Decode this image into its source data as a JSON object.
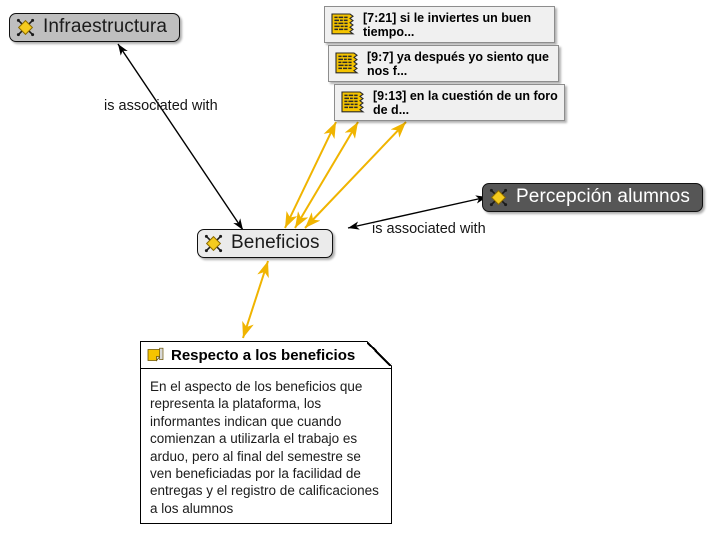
{
  "diagram": {
    "type": "atlas-ti-network-view",
    "background_color": "#ffffff"
  },
  "nodes": [
    {
      "id": "infraestructura",
      "kind": "code",
      "label": "Infraestructura",
      "icon": "code-icon",
      "style": "gray",
      "fill_color": "#bfbfbf",
      "text_color": "#1b1b1b"
    },
    {
      "id": "beneficios",
      "kind": "code",
      "label": "Beneficios",
      "icon": "code-icon",
      "style": "light",
      "fill_color": "#ebebeb",
      "text_color": "#1b1b1b"
    },
    {
      "id": "percepcion-alumnos",
      "kind": "code",
      "label": "Percepción alumnos",
      "icon": "code-icon",
      "style": "dark",
      "fill_color": "#565656",
      "text_color": "#ffffff"
    }
  ],
  "quotations": [
    {
      "id": "q-7-21",
      "ref": "[7:21]",
      "text": "[7:21] si le inviertes un buen tiempo...",
      "icon": "quotation-icon",
      "fill_color": "#f0f0f0"
    },
    {
      "id": "q-9-7",
      "ref": "[9:7]",
      "text": "[9:7] ya después yo siento que nos f...",
      "icon": "quotation-icon",
      "fill_color": "#f0f0f0"
    },
    {
      "id": "q-9-13",
      "ref": "[9:13]",
      "text": "[9:13] en la cuestión de un foro de d...",
      "icon": "quotation-icon",
      "fill_color": "#f0f0f0"
    }
  ],
  "memo": {
    "id": "memo-respecto-beneficios",
    "icon": "memo-icon",
    "title": "Respecto a los beneficios",
    "body": "En el aspecto de los beneficios que representa la plataforma, los informantes indican que cuando comienzan a utilizarla el trabajo es arduo, pero al final del semestre se ven beneficiadas por la facilidad de entregas y el registro de calificaciones a los alumnos"
  },
  "edges": [
    {
      "id": "edge-beneficios-infraestructura",
      "from": "beneficios",
      "to": "infraestructura",
      "label": "is associated with",
      "color": "#000000",
      "arrows": "both"
    },
    {
      "id": "edge-percepcion-beneficios",
      "from": "percepcion-alumnos",
      "to": "beneficios",
      "label": "is associated with",
      "color": "#000000",
      "arrows": "both"
    },
    {
      "id": "edge-q721-beneficios",
      "from": "q-7-21",
      "to": "beneficios",
      "label": "",
      "color": "#f0b400",
      "arrows": "both"
    },
    {
      "id": "edge-q97-beneficios",
      "from": "q-9-7",
      "to": "beneficios",
      "label": "",
      "color": "#f0b400",
      "arrows": "both"
    },
    {
      "id": "edge-q913-beneficios",
      "from": "q-9-13",
      "to": "beneficios",
      "label": "",
      "color": "#f0b400",
      "arrows": "both"
    },
    {
      "id": "edge-beneficios-memo",
      "from": "beneficios",
      "to": "memo-respecto-beneficios",
      "label": "",
      "color": "#f0b400",
      "arrows": "both"
    }
  ],
  "colors": {
    "link_yellow": "#f0b400",
    "link_black": "#000000",
    "icon_yellow": "#f5cb1e",
    "node_gray": "#bfbfbf",
    "node_light": "#ebebeb",
    "node_dark": "#565656"
  }
}
